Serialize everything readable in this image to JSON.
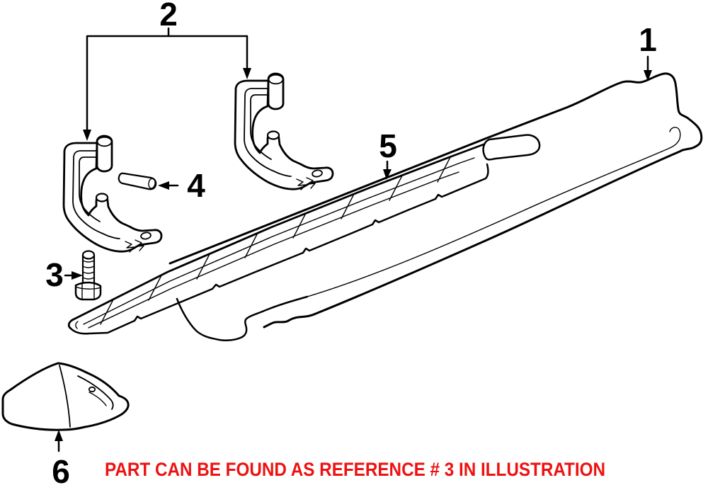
{
  "labels": {
    "part1": "1",
    "part2": "2",
    "part3": "3",
    "part4": "4",
    "part5": "5",
    "part6": "6"
  },
  "note": {
    "text": "PART CAN BE FOUND AS REFERENCE # 3 IN ILLUSTRATION",
    "color": "#ee1111"
  },
  "colors": {
    "line": "#000000",
    "background": "#ffffff"
  }
}
